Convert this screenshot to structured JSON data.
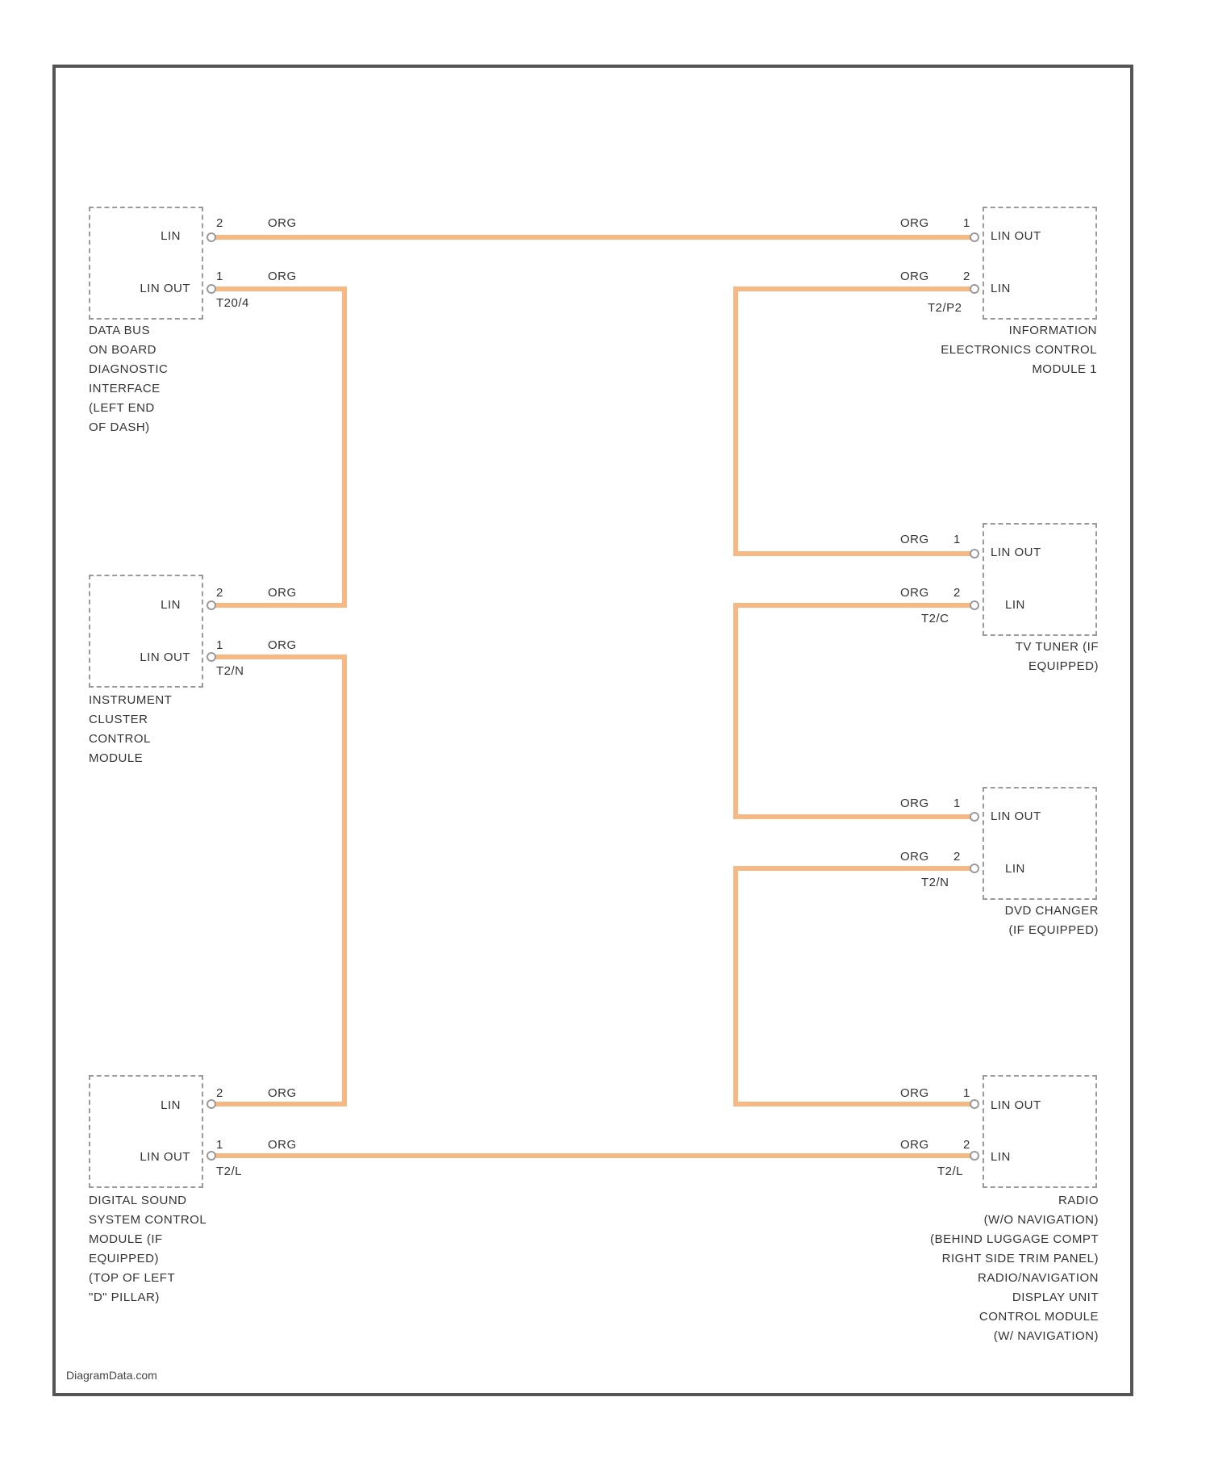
{
  "diagram": {
    "wire_color_hex": "#f6b983",
    "wire_label": "ORG",
    "modules": {
      "data_bus": {
        "pins": [
          "LIN",
          "LIN OUT"
        ],
        "pin_numbers": [
          "2",
          "1"
        ],
        "connector": "T20/4",
        "label": "DATA BUS\nON BOARD\nDIAGNOSTIC\nINTERFACE\n(LEFT END\nOF DASH)"
      },
      "info_electronics": {
        "pins": [
          "LIN OUT",
          "LIN"
        ],
        "pin_numbers": [
          "1",
          "2"
        ],
        "connector": "T2/P2",
        "label": "INFORMATION\nELECTRONICS CONTROL\nMODULE 1"
      },
      "instrument_cluster": {
        "pins": [
          "LIN",
          "LIN OUT"
        ],
        "pin_numbers": [
          "2",
          "1"
        ],
        "connector": "T2/N",
        "label": "INSTRUMENT\nCLUSTER\nCONTROL\nMODULE"
      },
      "tv_tuner": {
        "pins": [
          "LIN OUT",
          "LIN"
        ],
        "pin_numbers": [
          "1",
          "2"
        ],
        "connector": "T2/C",
        "label": "TV TUNER (IF\nEQUIPPED)"
      },
      "dvd_changer": {
        "pins": [
          "LIN OUT",
          "LIN"
        ],
        "pin_numbers": [
          "1",
          "2"
        ],
        "connector": "T2/N",
        "label": "DVD CHANGER\n(IF EQUIPPED)"
      },
      "digital_sound": {
        "pins": [
          "LIN",
          "LIN OUT"
        ],
        "pin_numbers": [
          "2",
          "1"
        ],
        "connector": "T2/L",
        "label": "DIGITAL SOUND\nSYSTEM CONTROL\nMODULE (IF\nEQUIPPED)\n(TOP OF LEFT\n\"D\" PILLAR)"
      },
      "radio": {
        "pins": [
          "LIN OUT",
          "LIN"
        ],
        "pin_numbers": [
          "1",
          "2"
        ],
        "connector": "T2/L",
        "label": "RADIO\n(W/O NAVIGATION)\n(BEHIND LUGGAGE COMPT\nRIGHT SIDE TRIM PANEL)\nRADIO/NAVIGATION\nDISPLAY UNIT\nCONTROL MODULE\n(W/ NAVIGATION)"
      }
    },
    "credit": "DiagramData.com"
  }
}
